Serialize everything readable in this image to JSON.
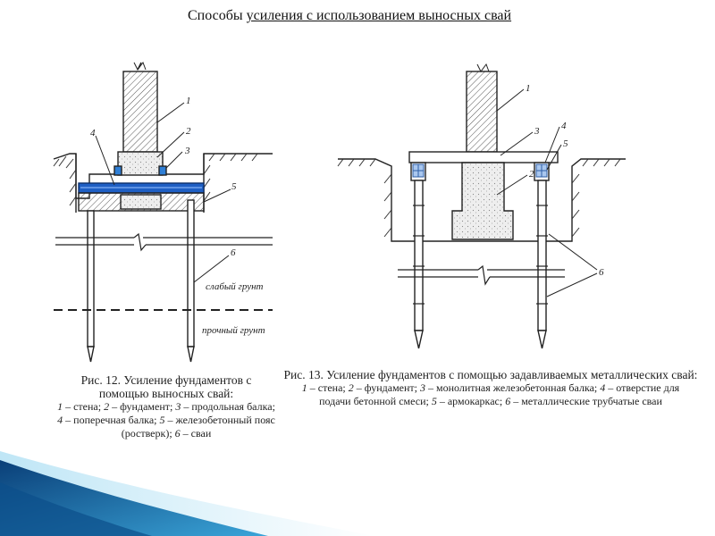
{
  "slide": {
    "title_part1": "Способы ",
    "title_part2": "усиления с использованием выносных свай"
  },
  "figure12": {
    "labels": {
      "n1": "1",
      "n2": "2",
      "n3": "3",
      "n4": "4",
      "n5": "5",
      "n6": "6",
      "weak_soil": "слабый грунт",
      "strong_soil": "прочный грунт"
    },
    "caption": {
      "head1": "Рис. 12. Усиление фундаментов с",
      "head2": "помощью выносных свай:",
      "l1a": "1",
      "l1b": " – стена; ",
      "l1c": "2",
      "l1d": " – фундамент; ",
      "l1e": "3",
      "l1f": " – продольная балка;",
      "l2a": "4",
      "l2b": " – поперечная балка; ",
      "l2c": "5",
      "l2d": " – железобетонный пояс",
      "l3a": "(ростверк); ",
      "l3b": "6",
      "l3c": " – сваи"
    }
  },
  "figure13": {
    "labels": {
      "n1": "1",
      "n2": "2",
      "n3": "3",
      "n4": "4",
      "n5": "5",
      "n6": "6"
    },
    "caption": {
      "head": "Рис. 13. Усиление фундаментов с помощью задавливаемых металлических свай:",
      "l1a": "1",
      "l1b": " – стена; ",
      "l1c": "2",
      "l1d": " – фундамент; ",
      "l1e": "3",
      "l1f": " – монолитная железобетонная балка; ",
      "l1g": "4",
      "l1h": " – отверстие для",
      "l2a": "подачи бетонной смеси; ",
      "l2b": "5",
      "l2c": " – армокаркас; ",
      "l2d": "6",
      "l2e": " – металлические трубчатые сваи"
    }
  },
  "colors": {
    "line": "#222222",
    "beam_blue": "#1e5fc4",
    "accent_blue": "#2f7fd6",
    "hatch_gray": "#bbbbbb",
    "wave_dark": "#0b4f8a",
    "wave_light": "#8fd0ee"
  }
}
